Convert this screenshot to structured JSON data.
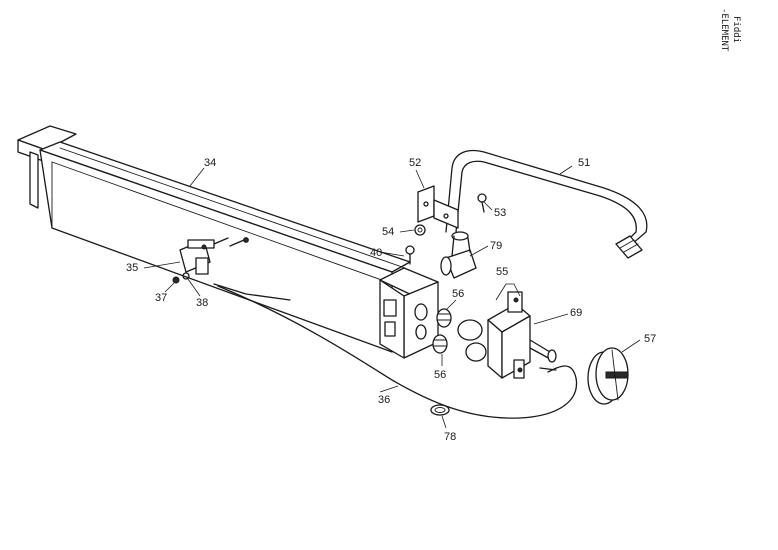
{
  "corner_note": {
    "line1": "-ELEMENT",
    "line2": "Fiddi"
  },
  "labels": {
    "l34": "34",
    "l35": "35",
    "l36": "36",
    "l37": "37",
    "l38": "38",
    "l40": "40",
    "l51": "51",
    "l52": "52",
    "l53": "53",
    "l54": "54",
    "l55": "55",
    "l56a": "56",
    "l56b": "56",
    "l57": "57",
    "l69": "69",
    "l78": "78",
    "l79": "79"
  }
}
